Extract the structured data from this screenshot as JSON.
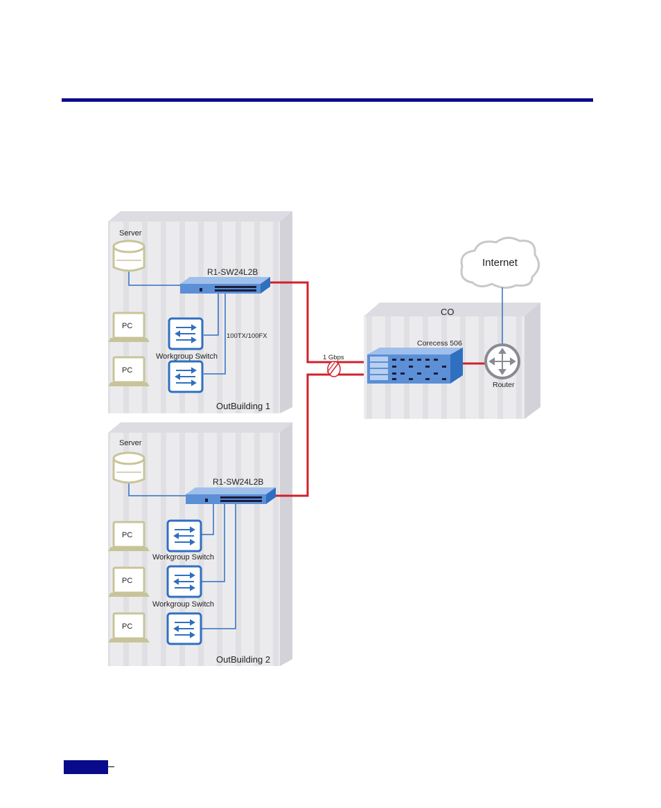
{
  "diagram": {
    "outbuilding1": {
      "title": "OutBuilding 1",
      "server_label": "Server",
      "switch_label": "R1-SW24L2B",
      "link_label": "100TX/100FX",
      "pc_labels": [
        "PC",
        "PC"
      ],
      "workgroup_labels": [
        "Workgroup Switch"
      ]
    },
    "outbuilding2": {
      "title": "OutBuilding 2",
      "server_label": "Server",
      "switch_label": "R1-SW24L2B",
      "pc_labels": [
        "PC",
        "PC",
        "PC"
      ],
      "workgroup_labels": [
        "Workgroup Switch",
        "Workgroup Switch"
      ]
    },
    "co": {
      "title": "CO",
      "chassis_label": "Corecess 506",
      "router_label": "Router"
    },
    "internet_label": "Internet",
    "uplink_label": "1 Gbps",
    "colors": {
      "uplink": "#d0202a",
      "lan": "#2f6fc0",
      "rule": "#0a0a8c",
      "building": "#e6e6ea",
      "pc": "#c8c49a"
    }
  }
}
